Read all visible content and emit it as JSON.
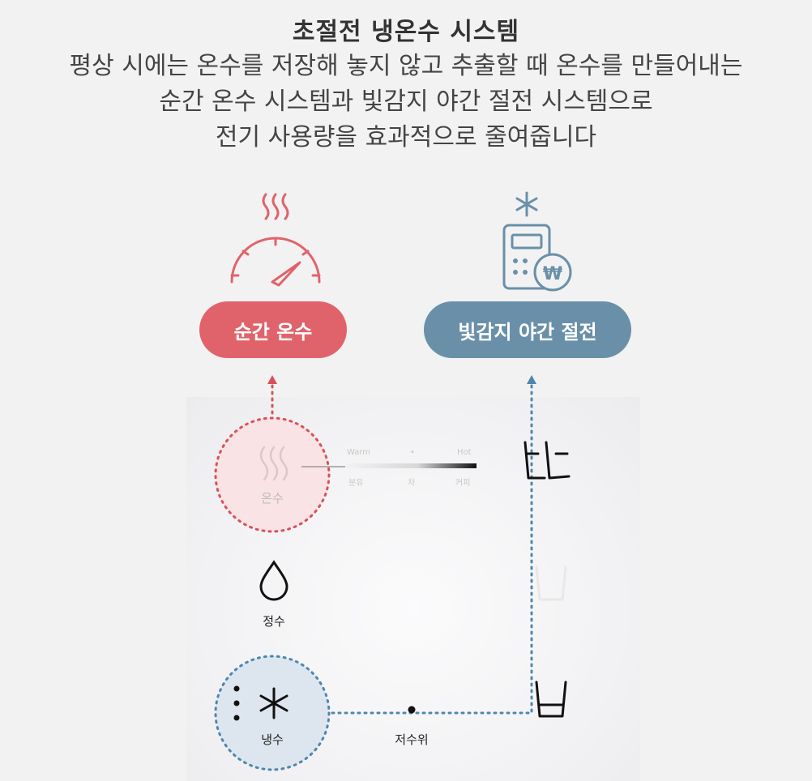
{
  "header": {
    "title": "초절전 냉온수 시스템",
    "desc_lines": [
      "평상 시에는 온수를 저장해 놓지 않고 추출할 때 온수를 만들어내는",
      "순간 온수 시스템과 빛감지 야간 절전 시스템으로",
      "전기 사용량을 효과적으로 줄여줍니다"
    ]
  },
  "features": {
    "instant_hot": {
      "label": "순간 온수"
    },
    "night_saving": {
      "label": "빛감지 야간 절전"
    }
  },
  "panel": {
    "hot_label": "온수",
    "purified_label": "정수",
    "cold_label": "냉수",
    "water_level_label": "저수위",
    "temp_bar": {
      "left_label": "Warm",
      "mid_label": "•",
      "right_label": "Hot",
      "sub_left": "분유",
      "sub_mid": "차",
      "sub_right": "커피"
    }
  },
  "colors": {
    "red": "#e0636b",
    "blue": "#6990a8",
    "dot_red": "#d9505a",
    "dot_blue": "#4f86ad"
  }
}
